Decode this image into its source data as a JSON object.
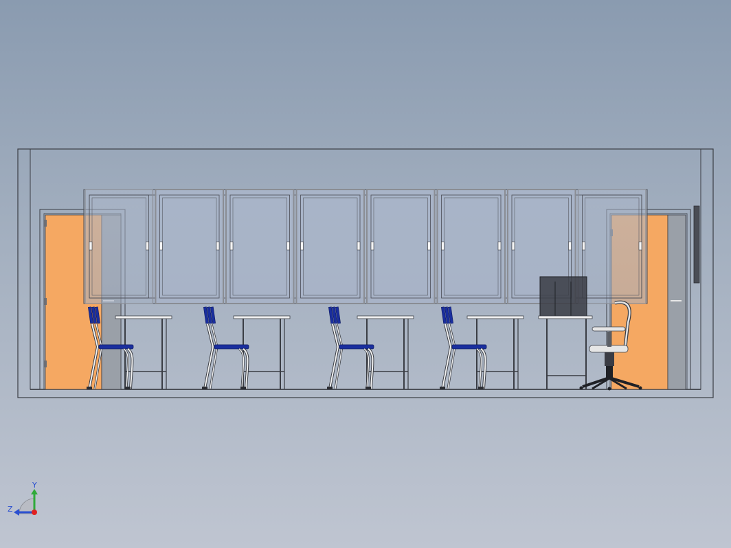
{
  "viewport": {
    "background_top": "#8a9bb0",
    "background_bottom": "#bfc5d1"
  },
  "model": {
    "windows": {
      "count": 8,
      "frame_color": "#8a8d94",
      "glass_color": "#a9b4c8"
    },
    "doors": {
      "count": 2,
      "color": "#f5a862"
    },
    "student_desks": {
      "count": 4,
      "chair_seat_color": "#1a2e9e"
    },
    "teacher_desk": {
      "has_cabinet": true
    },
    "office_chair": {
      "present": true
    }
  },
  "triad": {
    "y_label": "Y",
    "z_label": "Z",
    "y_color": "#2faa3a",
    "z_color": "#2a4fd0",
    "x_color": "#e02020"
  }
}
